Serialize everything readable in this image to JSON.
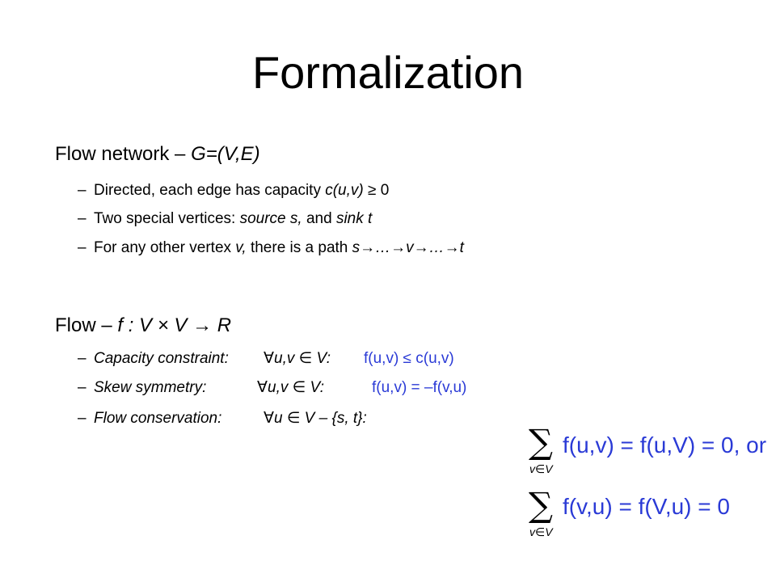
{
  "title": "Formalization",
  "flow_network": {
    "prefix": "Flow network – ",
    "graph": "G=(V,E)",
    "items": [
      {
        "text": "Directed, each edge has capacity ",
        "expr": "c(u,v)",
        "rel": " ≥ 0"
      },
      {
        "text": "Two special vertices: ",
        "source": "source s,",
        "mid": " and ",
        "sink": "sink t"
      },
      {
        "text": "For any other vertex ",
        "v": "v,",
        "rest": " there is a path ",
        "path": "s→…→v→…→t"
      }
    ]
  },
  "flow": {
    "prefix": "Flow – ",
    "signature": "f : V × V → R",
    "items": [
      {
        "label": "Capacity constraint:",
        "quant": "∀u,v ∈ V:",
        "eq": "f(u,v) ≤ c(u,v)"
      },
      {
        "label": "Skew symmetry:",
        "quant": "∀u,v ∈ V:",
        "eq": "f(u,v) = –f(v,u)"
      },
      {
        "label": "Flow conservation:",
        "quant": "∀u ∈ V – {s, t}:"
      }
    ]
  },
  "equations": {
    "sum_symbol": "∑",
    "sub1": "v∈V",
    "eq1": "f(u,v) = f(u,V) = 0, or",
    "sub2": "v∈V",
    "eq2": "f(v,u) = f(V,u) = 0"
  },
  "dash": "–"
}
